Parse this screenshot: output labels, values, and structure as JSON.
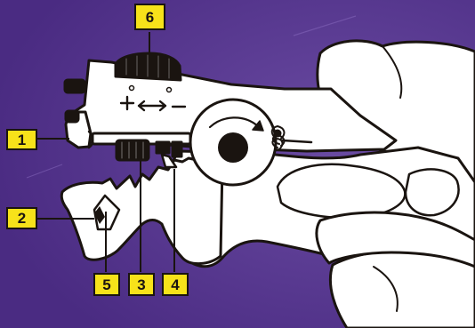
{
  "diagram": {
    "callouts": [
      {
        "id": "c1",
        "label": "1"
      },
      {
        "id": "c2",
        "label": "2"
      },
      {
        "id": "c3",
        "label": "3"
      },
      {
        "id": "c4",
        "label": "4"
      },
      {
        "id": "c5",
        "label": "5"
      },
      {
        "id": "c6",
        "label": "6"
      }
    ],
    "adjust_symbols": {
      "plus": "+",
      "arrows": "↔",
      "minus": "–"
    }
  },
  "colors": {
    "background": "#4a2b82",
    "background_light": "#6a4ba2",
    "tool_fill": "#ffffff",
    "outline": "#1a1410",
    "callout_fill": "#f7e21a"
  }
}
